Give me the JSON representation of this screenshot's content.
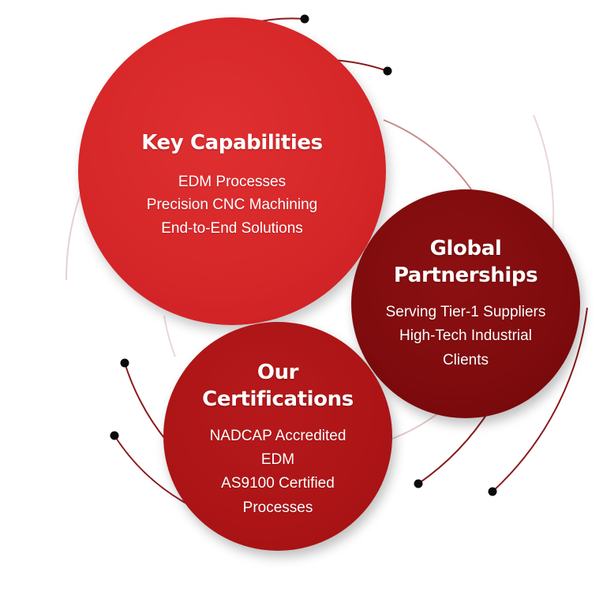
{
  "colors": {
    "key_circle": "#d52628",
    "global_circle": "#7d0b0d",
    "cert_circle": "#ab1416",
    "text": "#ffffff",
    "arc_dark": "#8a1a1c",
    "arc_light": "#e2c7c7",
    "dot": "#0a0a0a"
  },
  "circles": {
    "key": {
      "title": "Key Capabilities",
      "items": [
        "EDM Processes",
        "Precision CNC Machining",
        "End-to-End Solutions"
      ]
    },
    "global": {
      "title_line1": "Global",
      "title_line2": "Partnerships",
      "items": [
        "Serving Tier-1 Suppliers",
        "High-Tech Industrial",
        "Clients"
      ]
    },
    "cert": {
      "title_line1": "Our",
      "title_line2": "Certifications",
      "items": [
        "NADCAP Accredited",
        "EDM",
        "AS9100 Certified",
        "Processes"
      ]
    }
  }
}
